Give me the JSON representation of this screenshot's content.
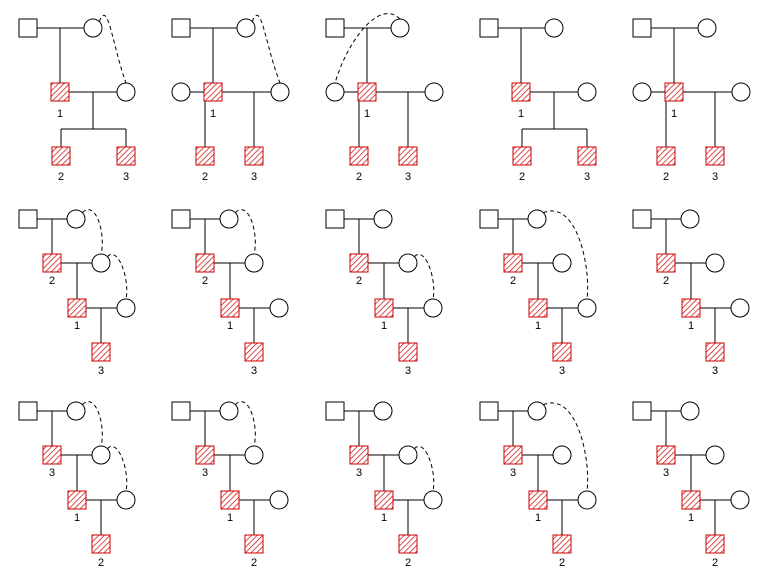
{
  "colors": {
    "affected_stroke": "#cc0000",
    "affected_hatch": "#cc0000",
    "line": "#000000",
    "background": "#ffffff"
  },
  "pedigrees": [
    {
      "labels": [
        "1",
        "2",
        "3"
      ]
    },
    {
      "labels": [
        "1",
        "2",
        "3"
      ]
    },
    {
      "labels": [
        "1",
        "2",
        "3"
      ]
    },
    {
      "labels": [
        "1",
        "2",
        "3"
      ]
    },
    {
      "labels": [
        "1",
        "2",
        "3"
      ]
    },
    {
      "labels": [
        "1",
        "2",
        "3"
      ]
    },
    {
      "labels": [
        "1",
        "2",
        "3"
      ]
    },
    {
      "labels": [
        "1",
        "2",
        "3"
      ]
    },
    {
      "labels": [
        "1",
        "2",
        "3"
      ]
    },
    {
      "labels": [
        "1",
        "2",
        "3"
      ]
    },
    {
      "labels": [
        "1",
        "3",
        "2"
      ]
    },
    {
      "labels": [
        "1",
        "3",
        "2"
      ]
    },
    {
      "labels": [
        "1",
        "3",
        "2"
      ]
    },
    {
      "labels": [
        "1",
        "3",
        "2"
      ]
    },
    {
      "labels": [
        "1",
        "3",
        "2"
      ]
    }
  ]
}
